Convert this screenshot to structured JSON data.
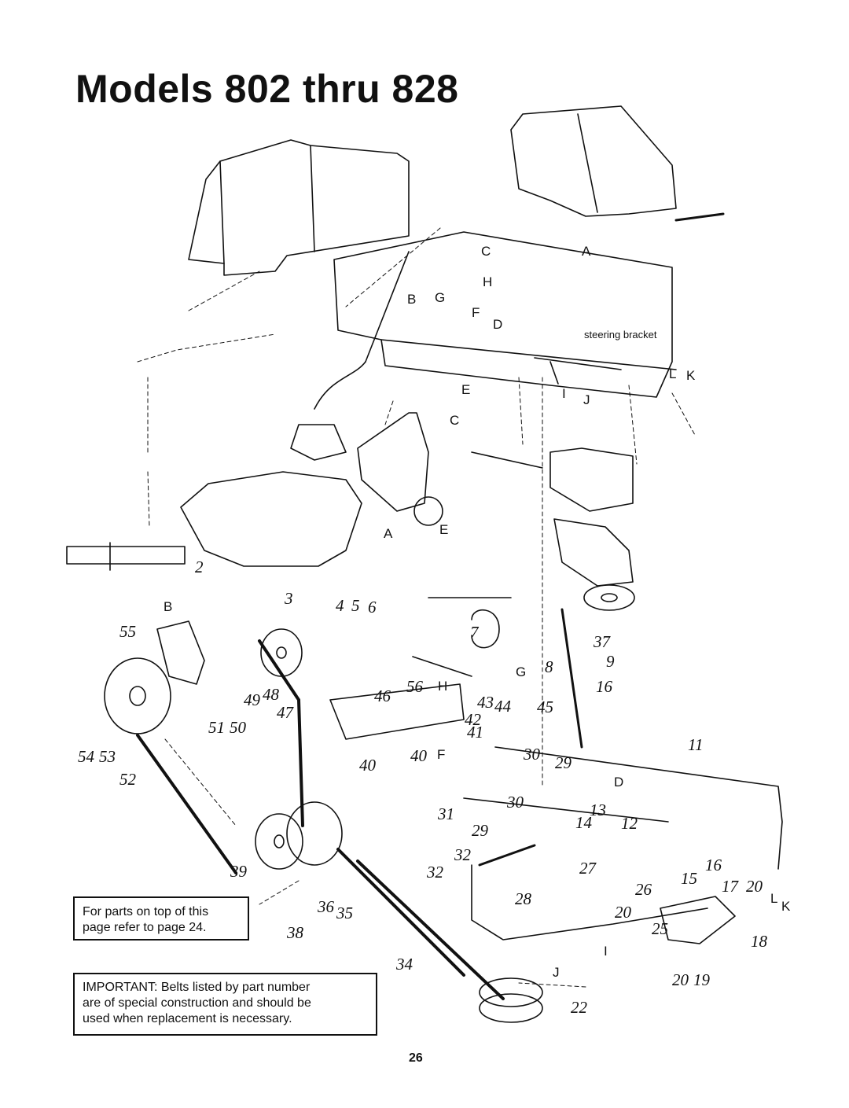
{
  "page": {
    "title": "Models 802 thru 828",
    "page_number": "26"
  },
  "notes": {
    "top_note": [
      "For parts on top of this",
      "page refer to page 24."
    ],
    "important": [
      "IMPORTANT: Belts listed by part number",
      "are of special construction and should be",
      "used when replacement is necessary."
    ]
  },
  "labels": {
    "letters": [
      "C",
      "A",
      "B",
      "G",
      "H",
      "F",
      "D",
      "E",
      "I",
      "J",
      "L",
      "K",
      "C",
      "A",
      "E",
      "B",
      "G",
      "H",
      "F",
      "D",
      "I",
      "J",
      "L",
      "K"
    ],
    "steering_bracket": "steering bracket",
    "numbers": [
      "2",
      "3",
      "4",
      "5",
      "6",
      "7",
      "55",
      "49",
      "48",
      "47",
      "51",
      "50",
      "54",
      "53",
      "52",
      "46",
      "56",
      "43",
      "44",
      "42",
      "41",
      "45",
      "8",
      "9",
      "16",
      "11",
      "37",
      "40",
      "40",
      "30",
      "29",
      "31",
      "30",
      "13",
      "14",
      "12",
      "29",
      "32",
      "32",
      "27",
      "26",
      "39",
      "36",
      "35",
      "38",
      "28",
      "34",
      "22",
      "20",
      "19",
      "20",
      "25",
      "15",
      "17",
      "20",
      "16",
      "18"
    ]
  }
}
